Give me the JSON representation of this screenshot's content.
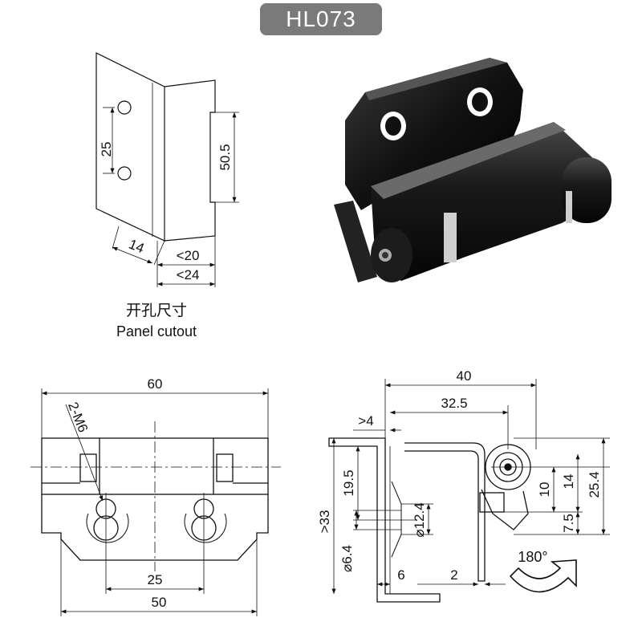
{
  "title": "HL073",
  "panel_cutout": {
    "label_cn": "开孔尺寸",
    "label_en": "Panel cutout",
    "dims": {
      "hole_pitch": "25",
      "slot_height": "50.5",
      "edge": "14",
      "depth_inner": "<20",
      "depth_outer": "<24"
    }
  },
  "front_view": {
    "dims": {
      "width": "60",
      "thread": "2-M6",
      "hole_pitch": "25",
      "base_width": "50"
    }
  },
  "side_view": {
    "dims": {
      "overall": "40",
      "hole_offset": "32.5",
      "min_panel": ">4",
      "height_19_5": "19.5",
      "countersink": "⌀12.4",
      "min_height": ">33",
      "hole_dia": "⌀6.4",
      "thickness": "6",
      "gap": "2",
      "pin_10": "10",
      "pin_14": "14",
      "pin_25_4": "25.4",
      "pin_7_5": "7.5"
    },
    "rotation": "180°"
  },
  "colors": {
    "badge": "#7a7a7a",
    "line": "#111111",
    "product": "#1a1a1a"
  }
}
